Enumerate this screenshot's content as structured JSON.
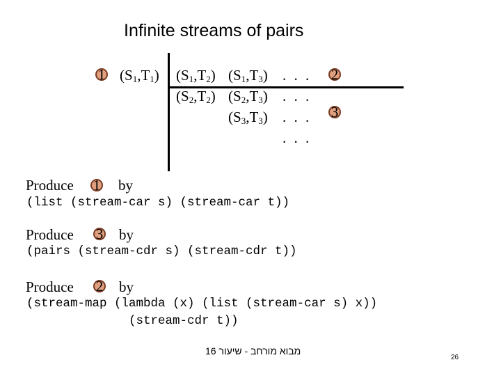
{
  "title": "Infinite streams of pairs",
  "stream_table": {
    "rows": [
      {
        "left_paren": "(S",
        "sub1": "1",
        "comma": ",T",
        "sub2": "1",
        "close": ")"
      },
      {
        "left_paren": "(S",
        "sub1": "1",
        "comma": ",T",
        "sub2": "2",
        "close": ")"
      },
      {
        "left_paren": "(S",
        "sub1": "1",
        "comma": ",T",
        "sub2": "3",
        "close": ")"
      },
      {
        "left_paren": "(S",
        "sub1": "2",
        "comma": ",T",
        "sub2": "2",
        "close": ")"
      },
      {
        "left_paren": "(S",
        "sub1": "2",
        "comma": ",T",
        "sub2": "3",
        "close": ")"
      },
      {
        "left_paren": "(S",
        "sub1": "3",
        "comma": ",T",
        "sub2": "3",
        "close": ")"
      }
    ],
    "dots": ". . .",
    "badges": [
      "1",
      "2",
      "3"
    ]
  },
  "produce": [
    {
      "label": "Produce",
      "badge": "1",
      "by": "by",
      "code": [
        "(list (stream-car s) (stream-car t))"
      ]
    },
    {
      "label": "Produce",
      "badge": "3",
      "by": "by",
      "code": [
        "(pairs (stream-cdr s) (stream-cdr t))"
      ]
    },
    {
      "label": "Produce",
      "badge": "2",
      "by": "by",
      "code": [
        "(stream-map (lambda (x) (list (stream-car s) x))",
        "(stream-cdr t))"
      ]
    }
  ],
  "footer": "מבוא מורחב - שיעור 16",
  "page_number": "26",
  "colors": {
    "badge_fill": "#e0a080",
    "badge_border": "#7a3a20"
  }
}
